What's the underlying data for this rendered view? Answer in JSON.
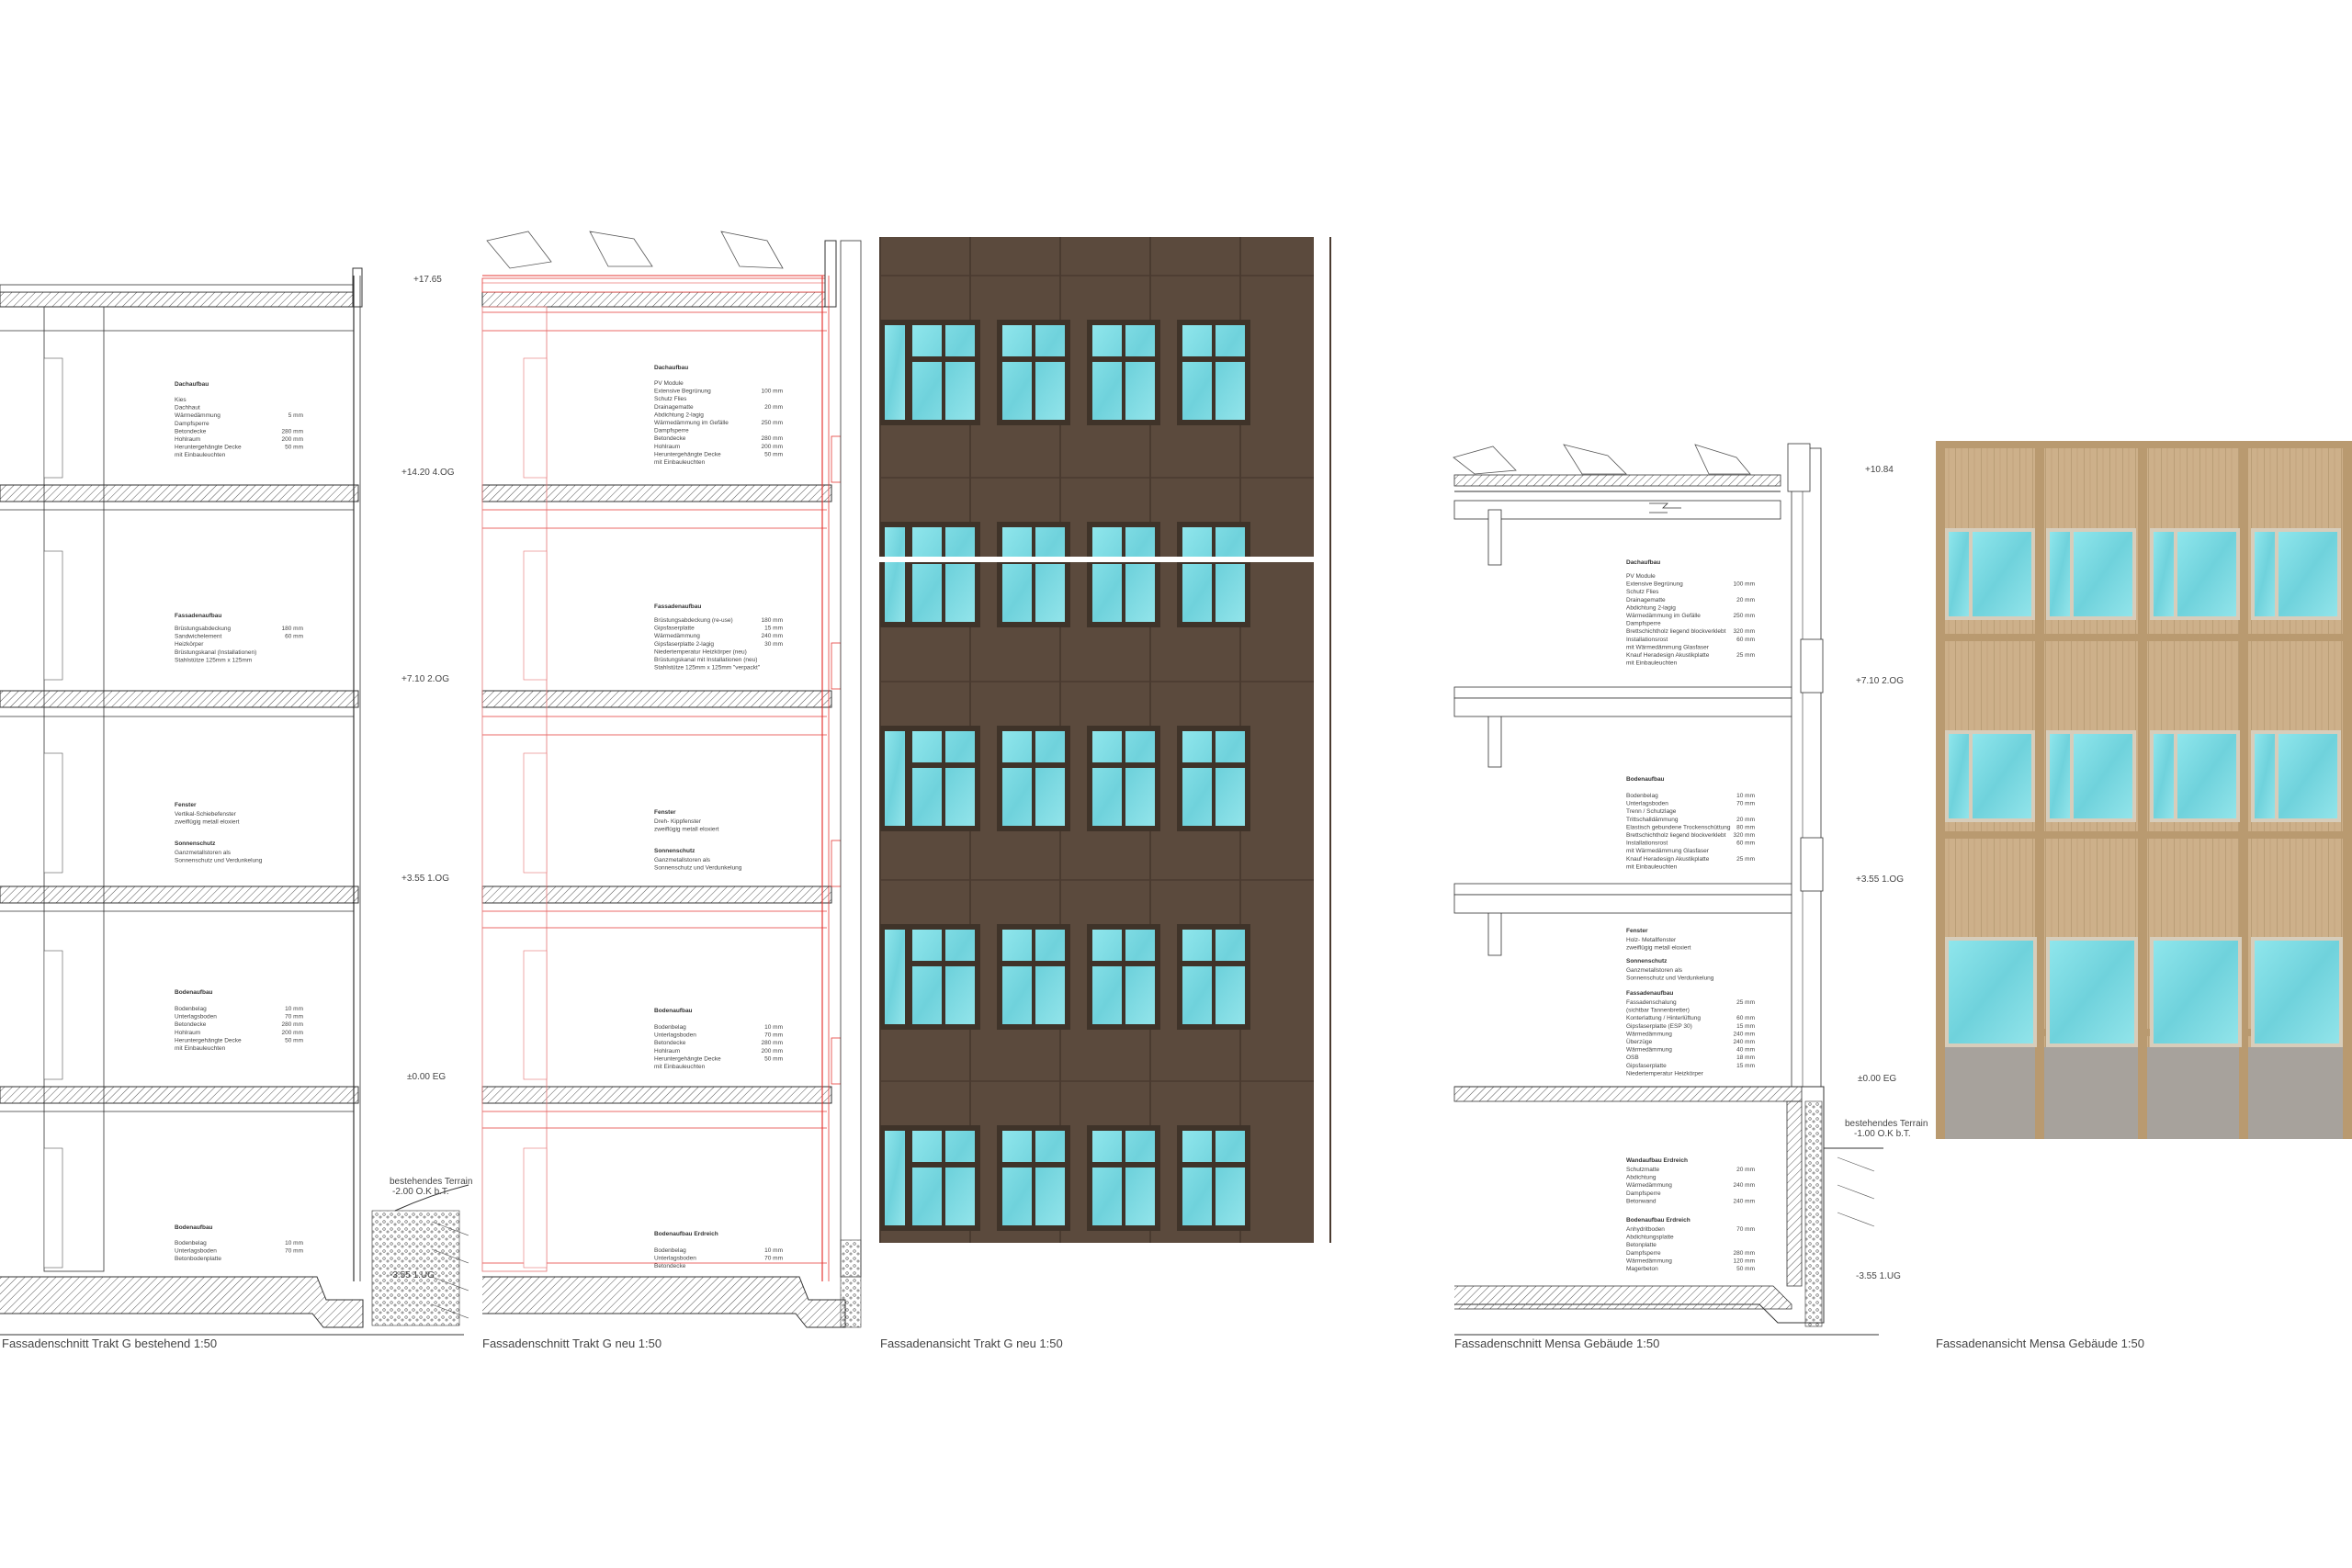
{
  "captions": {
    "trakt_g_bestehend": "Fassadenschnitt Trakt G bestehend 1:50",
    "trakt_g_neu": "Fassadenschnitt Trakt G neu 1:50",
    "ansicht_trakt_g": "Fassadenansicht Trakt G neu 1:50",
    "mensa_schnitt": "Fassadenschnitt Mensa Gebäude 1:50",
    "mensa_ansicht": "Fassadenansicht Mensa Gebäude 1:50"
  },
  "levels_trakt_g": {
    "roof": "+17.65",
    "og4": "+14.20  4.OG",
    "og2": "+7.10  2.OG",
    "og1": "+3.55  1.OG",
    "eg": "±0.00  EG",
    "terrain_label": "bestehendes Terrain",
    "terrain_value": "-2.00  O.K b.T.",
    "ug": "-3.55  1.UG"
  },
  "levels_mensa": {
    "roof": "+10.84",
    "og2": "+7.10  2.OG",
    "og1": "+3.55  1.OG",
    "eg": "±0.00  EG",
    "terrain_label": "bestehendes Terrain",
    "terrain_value": "-1.00  O.K b.T.",
    "ug": "-3.55  1.UG"
  },
  "notes_bestehend": {
    "dach_title": "Dachaufbau",
    "dach_lines": [
      "Kies",
      "Dachhaut",
      "Wärmedämmung",
      "Dampfsperre",
      "Betondecke",
      "Hohlraum",
      "Heruntergehängte Decke",
      "mit Einbauleuchten"
    ],
    "dach_values": [
      "",
      "",
      "5 mm",
      "",
      "280 mm",
      "200 mm",
      "50 mm",
      ""
    ],
    "fassade_title": "Fassadenaufbau",
    "fassade_lines": [
      "Brüstungsabdeckung",
      "Sandwichelement",
      "Heizkörper",
      "Brüstungskanal (Installationen)",
      "Stahlstütze 125mm x 125mm"
    ],
    "fassade_values": [
      "180 mm",
      "60 mm",
      "",
      "",
      ""
    ],
    "fenster_title": "Fenster",
    "fenster_lines": [
      "Vertikal-Schiebefenster",
      "zweiflügig metall eloxiert"
    ],
    "sonnen_title": "Sonnenschutz",
    "sonnen_lines": [
      "Ganzmetallstoren als",
      "Sonnenschutz und Verdunkelung"
    ],
    "boden_title": "Bodenaufbau",
    "boden_lines": [
      "Bodenbelag",
      "Unterlagsboden",
      "Betondecke",
      "Hohlraum",
      "Heruntergehängte Decke",
      "mit Einbauleuchten"
    ],
    "boden_values": [
      "10 mm",
      "70 mm",
      "280 mm",
      "200 mm",
      "50 mm",
      ""
    ],
    "boden2_title": "Bodenaufbau",
    "boden2_lines": [
      "Bodenbelag",
      "Unterlagsboden",
      "Betonbodenplatte"
    ],
    "boden2_values": [
      "10 mm",
      "70 mm",
      ""
    ]
  },
  "notes_neu": {
    "dach_title": "Dachaufbau",
    "dach_lines": [
      "PV Module",
      "Extensive Begrünung",
      "Schutz Flies",
      "Drainagematte",
      "Abdichtung 2-lagig",
      "Wärmedämmung im Gefälle",
      "Dampfsperre",
      "Betondecke",
      "Hohlraum",
      "Heruntergehängte Decke",
      "mit Einbauleuchten"
    ],
    "dach_values": [
      "",
      "100 mm",
      "",
      "20 mm",
      "",
      "250 mm",
      "",
      "280 mm",
      "200 mm",
      "50 mm",
      ""
    ],
    "fassade_title": "Fassadenaufbau",
    "fassade_lines": [
      "Brüstungsabdeckung (re-use)",
      "Gipsfaserplatte",
      "Wärmedämmung",
      "Gipsfaserplatte 2-lagig",
      "Niedertemperatur Heizkörper (neu)",
      "Brüstungskanal mit Installationen (neu)",
      "Stahlstütze 125mm x 125mm \"verpackt\""
    ],
    "fassade_values": [
      "180 mm",
      "15 mm",
      "240 mm",
      "30 mm",
      "",
      "",
      ""
    ],
    "fenster_title": "Fenster",
    "fenster_lines": [
      "Dreh- Kippfenster",
      "zweiflügig metall eloxiert"
    ],
    "sonnen_title": "Sonnenschutz",
    "sonnen_lines": [
      "Ganzmetallstoren als",
      "Sonnenschutz und Verdunkelung"
    ],
    "boden_title": "Bodenaufbau",
    "boden_lines": [
      "Bodenbelag",
      "Unterlagsboden",
      "Betondecke",
      "Hohlraum",
      "Heruntergehängte Decke",
      "mit Einbauleuchten"
    ],
    "boden_values": [
      "10 mm",
      "70 mm",
      "280 mm",
      "200 mm",
      "50 mm",
      ""
    ],
    "boden2_title": "Bodenaufbau Erdreich",
    "boden2_lines": [
      "Bodenbelag",
      "Unterlagsboden",
      "Betondecke"
    ],
    "boden2_values": [
      "10 mm",
      "70 mm",
      ""
    ]
  },
  "notes_mensa": {
    "dach_title": "Dachaufbau",
    "dach_lines": [
      "PV Module",
      "Extensive Begrünung",
      "Schutz Flies",
      "Drainagematte",
      "Abdichtung 2-lagig",
      "Wärmedämmung im Gefälle",
      "Dampfsperre",
      "Brettschichtholz liegend blockverklebt",
      "Installationsrost",
      "mit Wärmedämmung Glasfaser",
      "Knauf Heradesign Akustikplatte",
      "mit Einbauleuchten"
    ],
    "dach_values": [
      "",
      "100 mm",
      "",
      "20 mm",
      "",
      "250 mm",
      "",
      "320 mm",
      "60 mm",
      "",
      "25 mm",
      ""
    ],
    "boden_title": "Bodenaufbau",
    "boden_lines": [
      "Bodenbelag",
      "Unterlagsboden",
      "Trenn / Schutzlage",
      "Trittschalldämmung",
      "Elastisch gebundene Trockenschüttung",
      "Brettschichtholz liegend blockverklebt",
      "Installationsrost",
      "mit Wärmedämmung Glasfaser",
      "Knauf Heradesign Akustikplatte",
      "mit Einbauleuchten"
    ],
    "boden_values": [
      "10 mm",
      "70 mm",
      "",
      "20 mm",
      "80 mm",
      "320 mm",
      "60 mm",
      "",
      "25 mm",
      ""
    ],
    "fenster_title": "Fenster",
    "fenster_lines": [
      "Holz- Metallfenster",
      "zweiflügig metall eloxiert"
    ],
    "sonnen_title": "Sonnenschutz",
    "sonnen_lines": [
      "Ganzmetallstoren als",
      "Sonnenschutz und Verdunkelung"
    ],
    "fassade_title": "Fassadenaufbau",
    "fassade_lines": [
      "Fassadenschalung",
      "(sichtbar Tannenbretter)",
      "Konterlattung / Hinterlüftung",
      "Gipsfaserplatte (ESP 30)",
      "Wärmedämmung",
      "Überzüge",
      "Wärmedämmung",
      "OSB",
      "Gipsfaserplatte",
      "Niedertemperatur Heizkörper"
    ],
    "fassade_values": [
      "25 mm",
      "",
      "60 mm",
      "15 mm",
      "240 mm",
      "240 mm",
      "40 mm",
      "18 mm",
      "15 mm",
      ""
    ],
    "wand_title": "Wandaufbau Erdreich",
    "wand_lines": [
      "Schutzmatte",
      "Abdichtung",
      "Wärmedämmung",
      "Dampfsperre",
      "Betonwand"
    ],
    "wand_values": [
      "20 mm",
      "",
      "240 mm",
      "",
      "240 mm"
    ],
    "bodene_title": "Bodenaufbau Erdreich",
    "bodene_lines": [
      "Anhydritboden",
      "Abdichtungsplatte",
      "Betonplatte",
      "Dampfsperre",
      "Wärmedämmung",
      "Magerbeton"
    ],
    "bodene_values": [
      "70 mm",
      "",
      "",
      "280 mm",
      "120 mm",
      "50 mm"
    ]
  },
  "colors": {
    "line": "#333333",
    "new_red": "#e53935",
    "brown_facade": "#5b4a3d",
    "glass": "#7fdbe3",
    "timber": "#c9ad85",
    "concrete": "#9e9e9e"
  }
}
